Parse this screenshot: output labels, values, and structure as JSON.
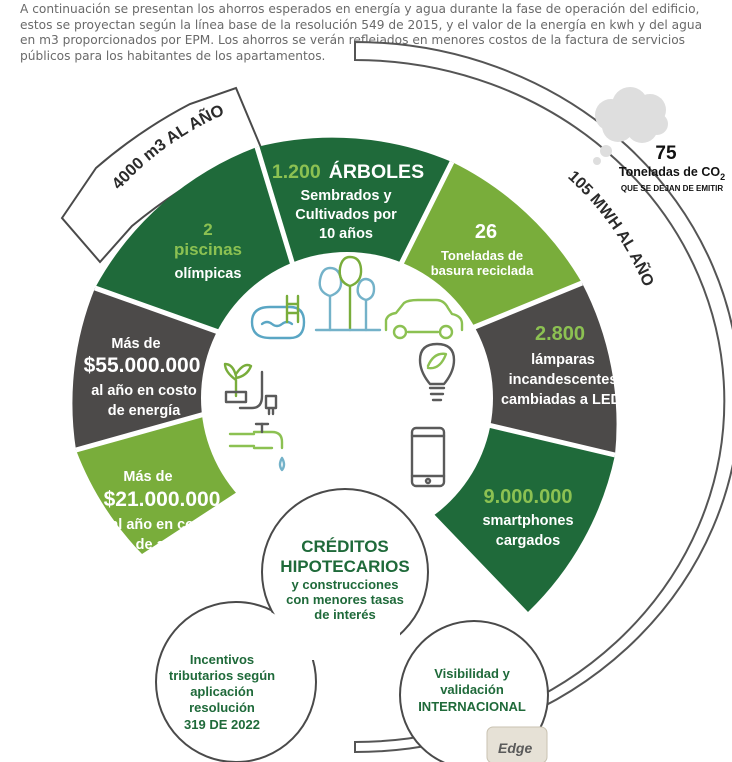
{
  "intro": "A continuación se presentan los ahorros esperados en energía y agua durante la fase de operación del edificio, estos se proyectan según la línea base de la resolución 549 de 2015, y el valor de la energía en kwh y del agua en m3 proporcionados por EPM. Los ahorros se verán reflejados en menores costos de la factura de servicios públicos para los habitantes de los apartamentos.",
  "banners": {
    "left": "4000 m3 AL AÑO",
    "right": "105 MWH AL AÑO"
  },
  "cloud": {
    "value": "75",
    "line1_prefix": "Toneladas de CO",
    "line1_sub": "2",
    "line2": "QUE SE DEJAN DE EMITIR"
  },
  "segments": {
    "agua": {
      "l1": "Más de",
      "l2": "$21.000.000",
      "l3": "al año en costo",
      "l4": "de agua"
    },
    "energia": {
      "l1": "Más de",
      "l2": "$55.000.000",
      "l3": "al año en costo",
      "l4": "de energía"
    },
    "piscinas": {
      "l1": "2",
      "l2": "piscinas",
      "l3": "olímpicas"
    },
    "arboles": {
      "n": "1.200",
      "w": "ÁRBOLES",
      "l2": "Sembrados y",
      "l3": "Cultivados por",
      "l4": "10 años"
    },
    "basura": {
      "n": "26",
      "l2": "Toneladas de",
      "l3": "basura reciclada"
    },
    "lamparas": {
      "n": "2.800",
      "l2": "lámparas",
      "l3": "incandescentes",
      "l4": "cambiadas a LED."
    },
    "smart": {
      "n": "9.000.000",
      "l2": "smartphones",
      "l3": "cargados"
    }
  },
  "bubbles": {
    "creditos": {
      "l1": "CRÉDITOS",
      "l2": "HIPOTECARIOS",
      "l3": "y construcciones",
      "l4": "con menores tasas",
      "l5": "de interés"
    },
    "incentivos": {
      "l1": "Incentivos",
      "l2": "tributarios según",
      "l3": "aplicación",
      "l4": "resolución",
      "l5": "319 DE 2022"
    },
    "visibilidad": {
      "l1": "Visibilidad y",
      "l2": "validación",
      "l3": "INTERNACIONAL"
    }
  },
  "seal": "Edge",
  "icons": [
    "pool-icon",
    "trees-icon",
    "car-icon",
    "plug-plant-icon",
    "bulb-icon",
    "faucet-icon",
    "smartphone-icon"
  ],
  "colors": {
    "dark_green": "#1f6a3a",
    "light_green": "#79ad3b",
    "dark_gray": "#4c4a49",
    "icon_green": "#8cc152",
    "icon_blue": "#74b2c9",
    "icon_gray": "#5a5a5a",
    "banner_text": "#2b2b2b",
    "cloud": "#dedede"
  }
}
